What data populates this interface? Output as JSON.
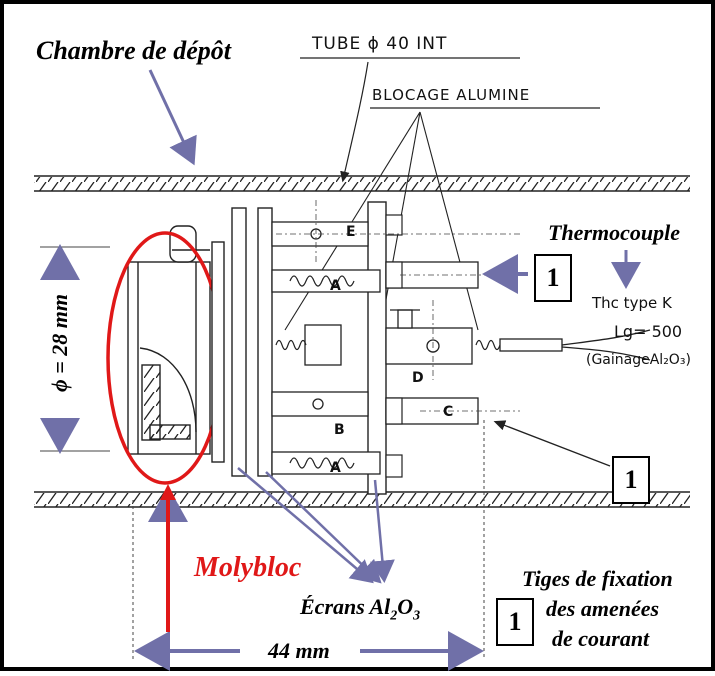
{
  "labels": {
    "chambre": "Chambre de dépôt",
    "tube": "TUBE ϕ 40 INT",
    "blocage": "BLOCAGE ALUMINE",
    "thermocouple": "Thermocouple",
    "tc_type": "Thc type K",
    "tc_length": "Lg= 500",
    "tc_sheath": "(GainageAl₂O₃)",
    "diameter": "ϕ = 28 mm",
    "molybloc": "Molybloc",
    "ecrans_prefix": "Écrans Al",
    "ecrans_sub1": "2",
    "ecrans_o": "O",
    "ecrans_sub2": "3",
    "length": "44 mm",
    "tiges_line1": "Tiges de fixation",
    "tiges_line2": "des amenées",
    "tiges_line3": "de courant",
    "box_value": "1",
    "letter_e": "E",
    "letter_a1": "A",
    "letter_a2": "A",
    "letter_b": "B",
    "letter_c": "C",
    "letter_d": "D"
  },
  "colors": {
    "accent_red": "#e01818",
    "arrow_blue": "#7070a8",
    "ink": "#222222"
  }
}
